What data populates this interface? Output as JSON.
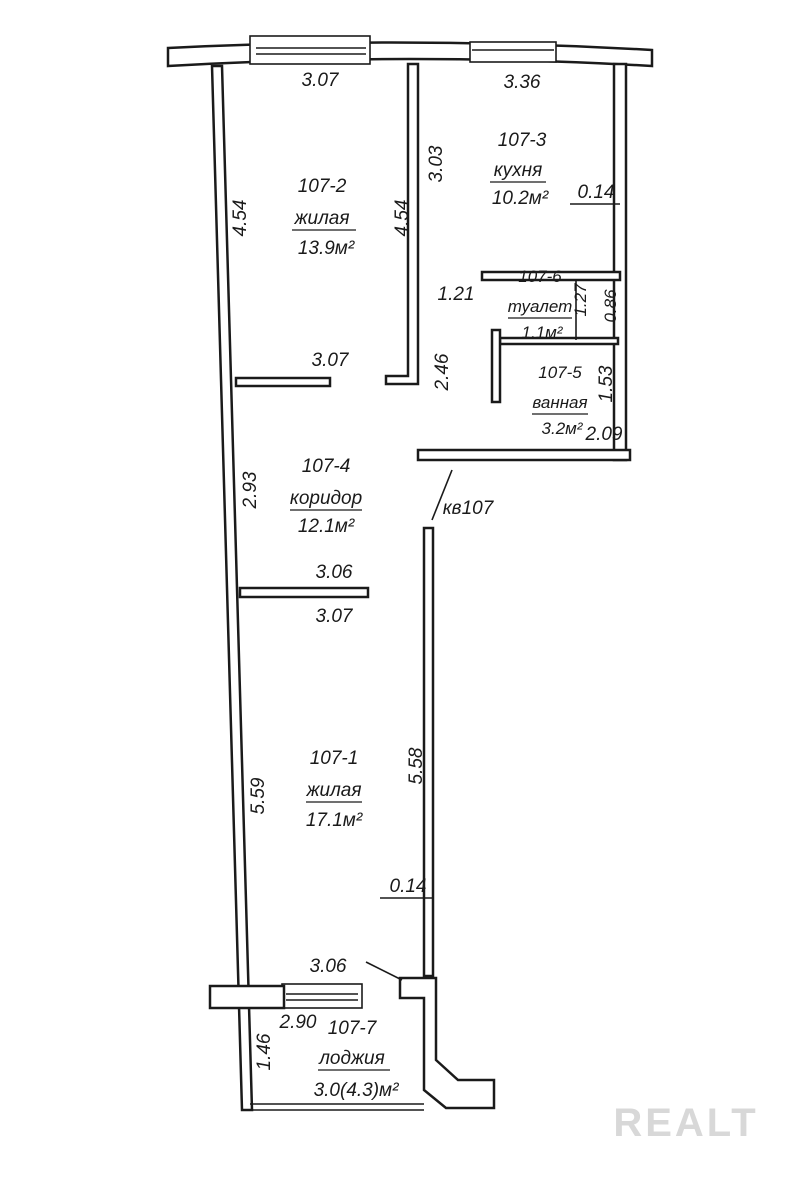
{
  "apartment": {
    "label": "кв107"
  },
  "rooms": [
    {
      "id": "107-2",
      "type": "жилая",
      "area": "13.9м²"
    },
    {
      "id": "107-3",
      "type": "кухня",
      "area": "10.2м²"
    },
    {
      "id": "107-6",
      "type": "туалет",
      "area": "1.1м²"
    },
    {
      "id": "107-5",
      "type": "ванная",
      "area": "3.2м²"
    },
    {
      "id": "107-4",
      "type": "коридор",
      "area": "12.1м²"
    },
    {
      "id": "107-1",
      "type": "жилая",
      "area": "17.1м²"
    },
    {
      "id": "107-7",
      "type": "лоджия",
      "area": "3.0(4.3)м²"
    }
  ],
  "dimensions": {
    "room2_top": "3.07",
    "room2_left": "4.54",
    "room2_right": "4.54",
    "room2_bottom": "3.07",
    "kitchen_top": "3.36",
    "kitchen_left": "3.03",
    "kitchen_wall": "0.14",
    "wc_width": "1.21",
    "wc_depth_a": "1.27",
    "wc_depth_b": "0.86",
    "corridor_gap": "2.46",
    "bath_height": "1.53",
    "bath_width": "2.09",
    "corridor_left": "2.93",
    "corridor_bottom": "3.06",
    "room1_top": "3.07",
    "room1_left": "5.59",
    "room1_right": "5.58",
    "room1_wall": "0.14",
    "room1_bottom": "3.06",
    "loggia_width": "2.90",
    "loggia_depth": "1.46"
  },
  "watermark": "REALT"
}
